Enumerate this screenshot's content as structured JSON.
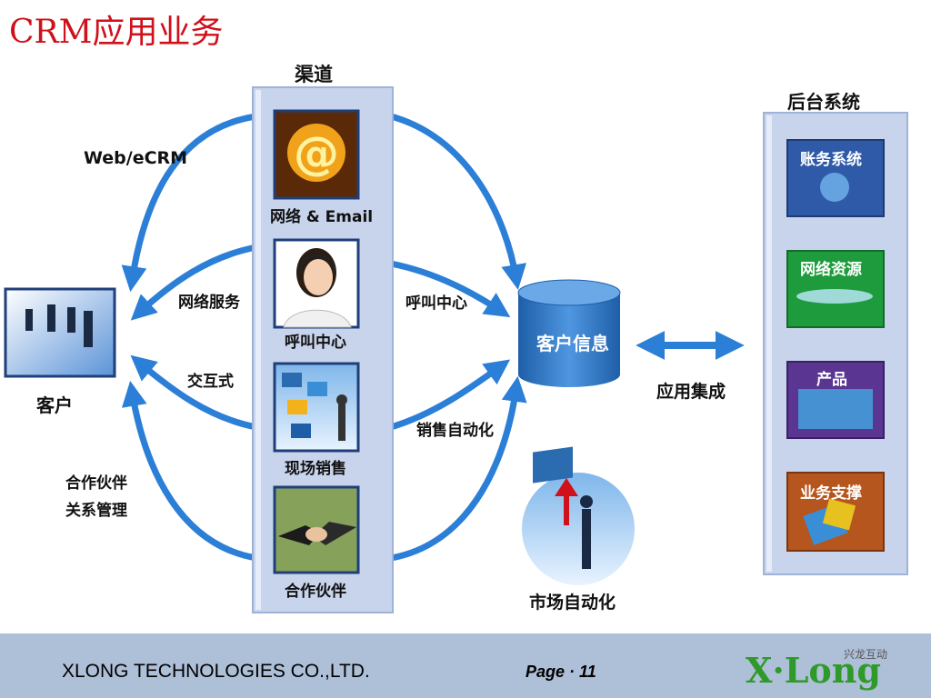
{
  "title": "CRM应用业务",
  "channels": {
    "header": "渠道",
    "items": [
      {
        "label": "网络 & Email"
      },
      {
        "label": "呼叫中心"
      },
      {
        "label": "现场销售"
      },
      {
        "label": "合作伙伴"
      }
    ]
  },
  "backend": {
    "header": "后台系统",
    "items": [
      {
        "label": "账务系统",
        "color": "#2f5aa8"
      },
      {
        "label": "网络资源",
        "color": "#1e9b3c"
      },
      {
        "label": "产品",
        "color": "#5a3591"
      },
      {
        "label": "业务支撑",
        "color": "#b5561e"
      }
    ]
  },
  "customer": {
    "label": "客户"
  },
  "customer_info": {
    "label": "客户信息"
  },
  "integration": {
    "label": "应用集成"
  },
  "market_automation": {
    "label": "市场自动化"
  },
  "connections": {
    "web_ecrm": "Web/eCRM",
    "network_service": "网络服务",
    "interactive": "交互式",
    "partner_management_1": "合作伙伴",
    "partner_management_2": "关系管理",
    "call_center": "呼叫中心",
    "sales_automation": "销售自动化"
  },
  "colors": {
    "title": "#d0101a",
    "arrow": "#2b7fd6",
    "panel": "#c8d4ec",
    "footer": "#aebfd8"
  },
  "footer": {
    "company": "XLONG TECHNOLOGIES CO.,LTD.",
    "page_label": "Page",
    "page_number": "11",
    "logo_text": "X·Long",
    "logo_cn": "兴龙互动"
  }
}
